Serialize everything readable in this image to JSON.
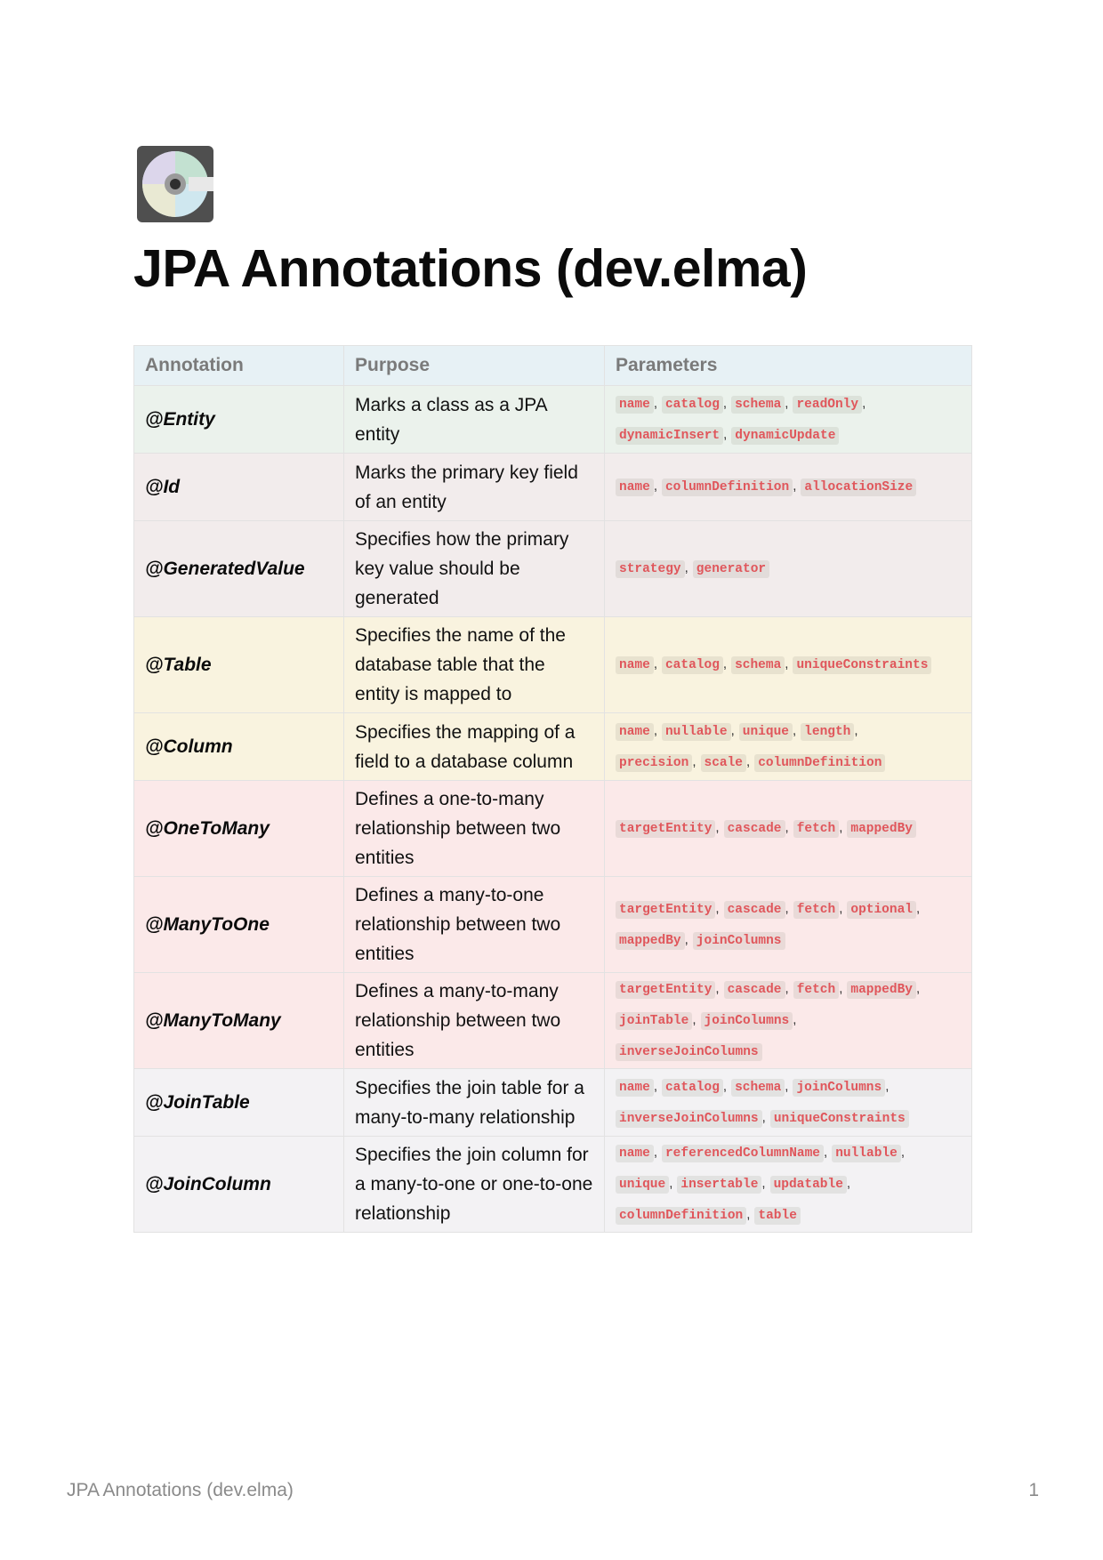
{
  "icon": "compact-disc-icon",
  "title": "JPA Annotations (dev.elma)",
  "table": {
    "headers": [
      "Annotation",
      "Purpose",
      "Parameters"
    ],
    "rows": [
      {
        "annotation": "@Entity",
        "purpose": "Marks a class as a JPA entity",
        "color": "#ebf2ec",
        "params": [
          [
            "name",
            "catalog",
            "schema",
            "readOnly"
          ],
          [
            "dynamicInsert",
            "dynamicUpdate"
          ]
        ]
      },
      {
        "annotation": "@Id",
        "purpose": "Marks the primary key field of an entity",
        "color": "#f2ecec",
        "params": [
          [
            "name",
            "columnDefinition",
            "allocationSize"
          ]
        ]
      },
      {
        "annotation": "@GeneratedValue",
        "purpose": "Specifies how the primary key value should be generated",
        "color": "#f2ecec",
        "params": [
          [
            "strategy",
            "generator"
          ]
        ]
      },
      {
        "annotation": "@Table",
        "purpose": "Specifies the name of the database table that the entity is mapped to",
        "color": "#f9f3df",
        "params": [
          [
            "name",
            "catalog",
            "schema",
            "uniqueConstraints"
          ]
        ]
      },
      {
        "annotation": "@Column",
        "purpose": "Specifies the mapping of a field to a database column",
        "color": "#f9f3df",
        "params": [
          [
            "name",
            "nullable",
            "unique",
            "length"
          ],
          [
            "precision",
            "scale",
            "columnDefinition"
          ]
        ]
      },
      {
        "annotation": "@OneToMany",
        "purpose": "Defines a one-to-many relationship between two entities",
        "color": "#fbe9e9",
        "params": [
          [
            "targetEntity",
            "cascade",
            "fetch",
            "mappedBy"
          ]
        ]
      },
      {
        "annotation": "@ManyToOne",
        "purpose": "Defines a many-to-one relationship between two entities",
        "color": "#fbe9e9",
        "params": [
          [
            "targetEntity",
            "cascade",
            "fetch",
            "optional"
          ],
          [
            "mappedBy",
            "joinColumns"
          ]
        ]
      },
      {
        "annotation": "@ManyToMany",
        "purpose": "Defines a many-to-many relationship between two entities",
        "color": "#fbe9e9",
        "params": [
          [
            "targetEntity",
            "cascade",
            "fetch",
            "mappedBy"
          ],
          [
            "joinTable",
            "joinColumns"
          ],
          [
            "inverseJoinColumns"
          ]
        ]
      },
      {
        "annotation": "@JoinTable",
        "purpose": "Specifies the join table for a many-to-many relationship",
        "color": "#f3f2f4",
        "params": [
          [
            "name",
            "catalog",
            "schema",
            "joinColumns"
          ],
          [
            "inverseJoinColumns",
            "uniqueConstraints"
          ]
        ]
      },
      {
        "annotation": "@JoinColumn",
        "purpose": "Specifies the join column for a many-to-one or one-to-one relationship",
        "color": "#f3f2f4",
        "params": [
          [
            "name",
            "referencedColumnName",
            "nullable"
          ],
          [
            "unique",
            "insertable",
            "updatable"
          ],
          [
            "columnDefinition",
            "table"
          ]
        ]
      }
    ]
  },
  "footer": {
    "left": "JPA Annotations (dev.elma)",
    "page_number": "1"
  }
}
